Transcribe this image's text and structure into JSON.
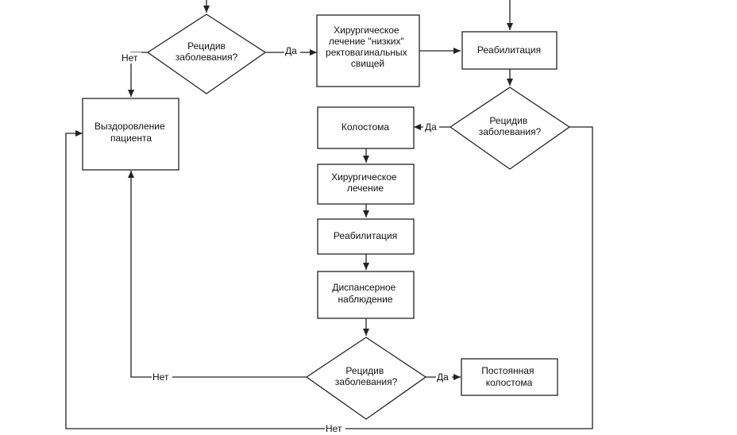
{
  "nodes": {
    "d1": [
      "Рецидив",
      "заболевания?"
    ],
    "surgery_low": [
      "Хирургическое",
      "лечение \"низких\"",
      "ректовагинальных",
      "свищей"
    ],
    "rehab1": [
      "Реабилитация"
    ],
    "recovery": [
      "Выздоровление",
      "пациента"
    ],
    "colostoma": [
      "Колостома"
    ],
    "d2": [
      "Рецидив",
      "заболевания?"
    ],
    "surgery": [
      "Хирургическое",
      "лечение"
    ],
    "rehab2": [
      "Реабилитация"
    ],
    "dispensary": [
      "Диспансерное",
      "наблюдение"
    ],
    "d3": [
      "Рецидив",
      "заболевания?"
    ],
    "permanent": [
      "Постоянная",
      "колостома"
    ]
  },
  "edges": {
    "d1_yes": "Да",
    "d1_no": "Нет",
    "d2_yes": "Да",
    "d3_no": "Нет",
    "d3_yes": "Да",
    "loop_no": "Нет"
  }
}
